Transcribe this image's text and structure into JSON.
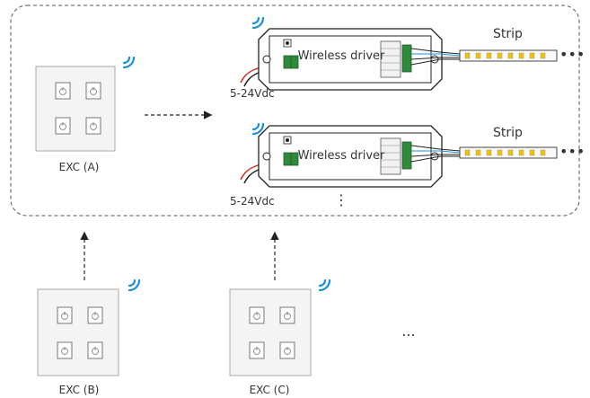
{
  "labels": {
    "exc_a": "EXC (A)",
    "exc_b": "EXC (B)",
    "exc_c": "EXC (C)",
    "driver_label": "Wireless driver",
    "voltage_label": "5-24Vdc",
    "strip_label": "Strip",
    "ellipsis": "...",
    "ellipsis_vertical": "⋮",
    "strip_ellipsis": "•••"
  },
  "colors": {
    "wireless_icon": "#1a8fd8",
    "border_dashed": "#555555",
    "arrow": "#222222",
    "wire_red": "#d9302c",
    "wire_black": "#222222",
    "terminal_green": "#2f8a3b",
    "led_yellow": "#f2c200"
  },
  "icons": {
    "wireless": "wireless-signal-icon",
    "button": "power-button-icon"
  }
}
